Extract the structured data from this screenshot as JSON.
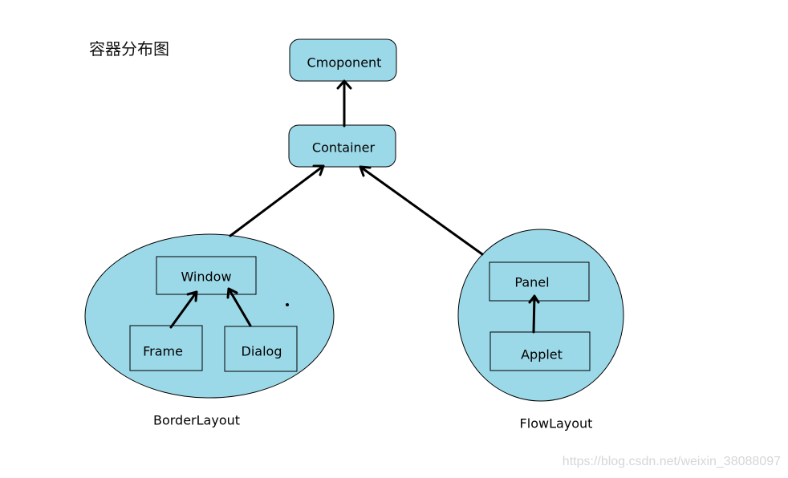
{
  "title": "容器分布图",
  "colors": {
    "fill": "#9cd9e8",
    "stroke": "#000000",
    "watermark": "#d6d6d6"
  },
  "nodes": {
    "cmoponent": "Cmoponent",
    "container": "Container",
    "window": "Window",
    "frame": "Frame",
    "dialog": "Dialog",
    "panel": "Panel",
    "applet": "Applet"
  },
  "groups": {
    "border_layout": "BorderLayout",
    "flow_layout": "FlowLayout"
  },
  "watermark": "https://blog.csdn.net/weixin_38088097"
}
